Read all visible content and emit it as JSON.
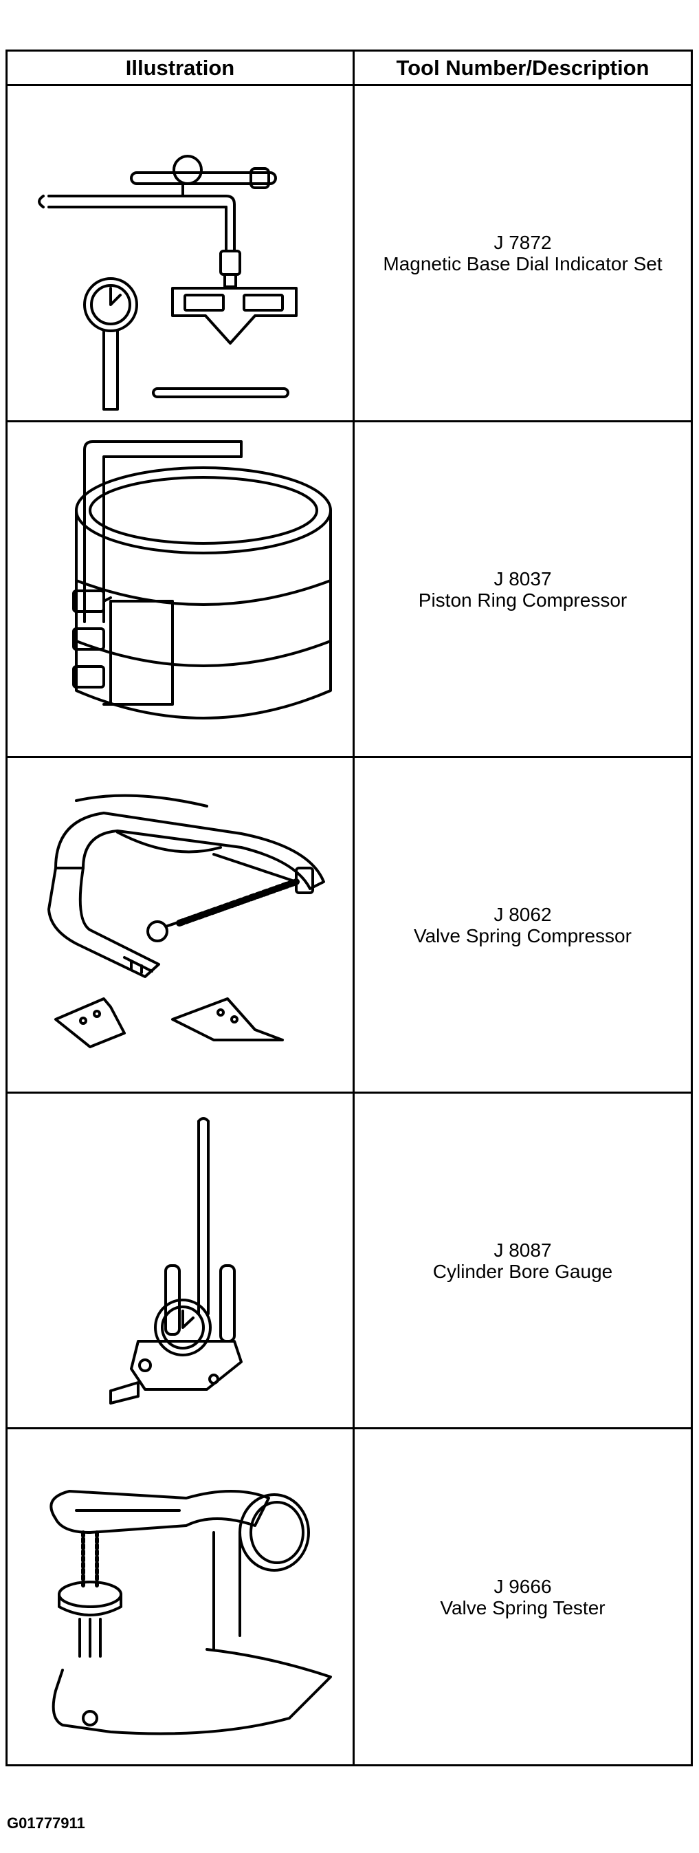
{
  "table": {
    "headers": {
      "illustration": "Illustration",
      "tool": "Tool Number/Description"
    },
    "rows": [
      {
        "number": "J 7872",
        "description": "Magnetic Base Dial Indicator Set",
        "icon": "dial-indicator-icon"
      },
      {
        "number": "J 8037",
        "description": "Piston Ring Compressor",
        "icon": "ring-compressor-icon"
      },
      {
        "number": "J 8062",
        "description": "Valve Spring Compressor",
        "icon": "valve-compressor-icon"
      },
      {
        "number": "J 8087",
        "description": "Cylinder Bore Gauge",
        "icon": "bore-gauge-icon"
      },
      {
        "number": "J 9666",
        "description": "Valve Spring Tester",
        "icon": "spring-tester-icon"
      }
    ]
  },
  "figure_id": "G01777911"
}
